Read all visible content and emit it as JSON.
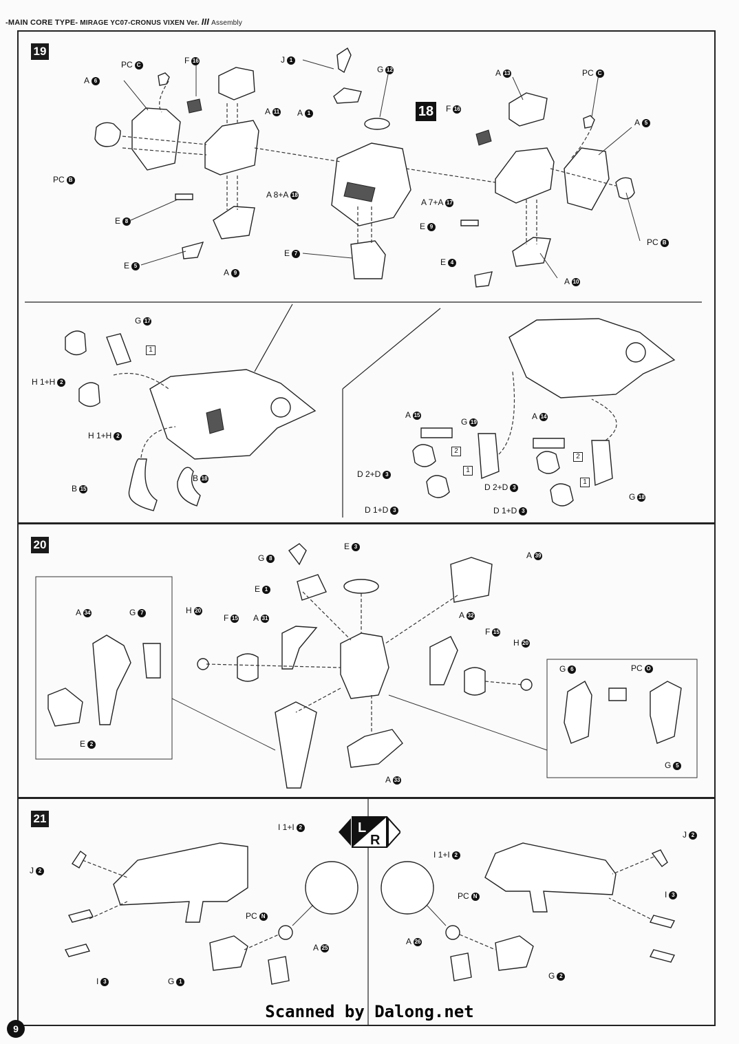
{
  "header": {
    "title": "-MAIN CORE TYPE-",
    "model": "MIRAGE YC07-CRONUS VIXEN Ver.",
    "version": "III",
    "section": "Assembly"
  },
  "steps": {
    "s19": "19",
    "s20": "20",
    "s21": "21",
    "ref18": "18"
  },
  "labels19": [
    {
      "p": "PC",
      "n": "C"
    },
    {
      "p": "F",
      "n": "16"
    },
    {
      "p": "J",
      "n": "1"
    },
    {
      "p": "G",
      "n": "12"
    },
    {
      "p": "A",
      "n": "13"
    },
    {
      "p": "PC",
      "n": "C"
    },
    {
      "p": "A",
      "n": "6"
    },
    {
      "p": "A",
      "n": "11"
    },
    {
      "p": "A",
      "n": "1"
    },
    {
      "p": "F",
      "n": "16"
    },
    {
      "p": "A",
      "n": "5"
    },
    {
      "p": "PC",
      "n": "B"
    },
    {
      "p": "A 8+A",
      "n": "18"
    },
    {
      "p": "E",
      "n": "8"
    },
    {
      "p": "A 7+A",
      "n": "17"
    },
    {
      "p": "E",
      "n": "9"
    },
    {
      "p": "PC",
      "n": "B"
    },
    {
      "p": "E",
      "n": "7"
    },
    {
      "p": "E",
      "n": "5"
    },
    {
      "p": "A",
      "n": "9"
    },
    {
      "p": "E",
      "n": "4"
    },
    {
      "p": "A",
      "n": "10"
    }
  ],
  "labels19b": [
    {
      "p": "G",
      "n": "17"
    },
    {
      "p": "H 1+H",
      "n": "2"
    },
    {
      "p": "H 1+H",
      "n": "2"
    },
    {
      "p": "B",
      "n": "18"
    },
    {
      "p": "B",
      "n": "15"
    },
    {
      "p": "A",
      "n": "15"
    },
    {
      "p": "G",
      "n": "19"
    },
    {
      "p": "A",
      "n": "14"
    },
    {
      "p": "D 2+D",
      "n": "3"
    },
    {
      "p": "D 1+D",
      "n": "3"
    },
    {
      "p": "D 2+D",
      "n": "3"
    },
    {
      "p": "D 1+D",
      "n": "3"
    },
    {
      "p": "G",
      "n": "18"
    }
  ],
  "labels20": [
    {
      "p": "G",
      "n": "8"
    },
    {
      "p": "E",
      "n": "3"
    },
    {
      "p": "A",
      "n": "39"
    },
    {
      "p": "E",
      "n": "1"
    },
    {
      "p": "A",
      "n": "34"
    },
    {
      "p": "G",
      "n": "7"
    },
    {
      "p": "H",
      "n": "20"
    },
    {
      "p": "F",
      "n": "15"
    },
    {
      "p": "A",
      "n": "31"
    },
    {
      "p": "A",
      "n": "32"
    },
    {
      "p": "F",
      "n": "15"
    },
    {
      "p": "H",
      "n": "20"
    },
    {
      "p": "G",
      "n": "6"
    },
    {
      "p": "PC",
      "n": "O"
    },
    {
      "p": "E",
      "n": "2"
    },
    {
      "p": "G",
      "n": "5"
    },
    {
      "p": "A",
      "n": "33"
    }
  ],
  "labels21": [
    {
      "p": "I 1+I",
      "n": "2"
    },
    {
      "p": "J",
      "n": "2"
    },
    {
      "p": "PC",
      "n": "N"
    },
    {
      "p": "A",
      "n": "25"
    },
    {
      "p": "I",
      "n": "3"
    },
    {
      "p": "G",
      "n": "1"
    },
    {
      "p": "I 1+I",
      "n": "2"
    },
    {
      "p": "J",
      "n": "2"
    },
    {
      "p": "PC",
      "n": "N"
    },
    {
      "p": "I",
      "n": "3"
    },
    {
      "p": "A",
      "n": "26"
    },
    {
      "p": "G",
      "n": "2"
    }
  ],
  "boxnums": [
    "1",
    "2",
    "2",
    "1",
    "1"
  ],
  "lr": {
    "left": "L",
    "right": "R"
  },
  "footer": {
    "scan": "Scanned by Dalong.net",
    "page": "9"
  }
}
